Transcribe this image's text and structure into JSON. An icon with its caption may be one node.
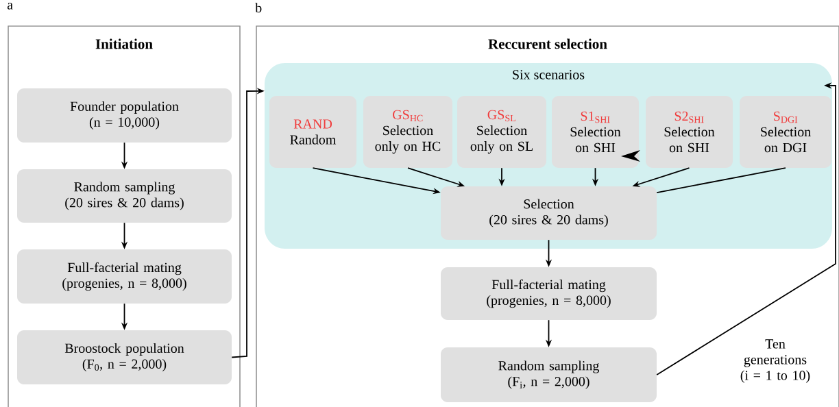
{
  "diagram": {
    "nodes": [
      {
        "text": [
          "Initiation"
        ]
      },
      {
        "text": [
          "Founder population",
          "(n = 10,000)"
        ],
        "in": 0
      },
      {
        "text": [
          "Random sampling",
          "(20 sires & 20 dams)"
        ],
        "in": 0
      },
      {
        "text": [
          "Full-facterial mating",
          "(progenies, n = 8,000)"
        ],
        "in": 0
      },
      {
        "text": [
          "Broostock population",
          "(F$_{0}$, n = 2,000)"
        ],
        "in": 0
      },
      {
        "text": [
          "Reccurent selection"
        ]
      },
      {
        "text": [
          "Six scenarios"
        ],
        "in": 5
      },
      {
        "text": [
          "RAND",
          "Random"
        ],
        "in": 6
      },
      {
        "text": [
          "GS$_{HC}$",
          "Selection only on HC"
        ],
        "in": 6
      },
      {
        "text": [
          "GS$_{SL}$",
          "Selection only on SL"
        ],
        "in": 6
      },
      {
        "text": [
          "S1$_{SHI}$",
          "Selection on SHI"
        ],
        "in": 6
      },
      {
        "text": [
          "S2$_{SHI}$",
          "Selection on SHI"
        ],
        "in": 6
      },
      {
        "text": [
          "S$_{DGI}$",
          "Selection on DGI"
        ],
        "in": 6
      },
      {
        "text": [
          "Selection",
          "(20 sires & 20 dams)"
        ],
        "in": 6
      },
      {
        "text": [
          "Full-facterial mating",
          "(progenies, n = 8,000)"
        ],
        "in": 5
      },
      {
        "text": [
          "Random sampling",
          "(F$_{i}$, n = 2,000)"
        ],
        "in": 5
      }
    ],
    "edges": [
      {
        "from": 1,
        "to": 2,
        "arrow": "to"
      },
      {
        "from": 2,
        "to": 3,
        "arrow": "to"
      },
      {
        "from": 3,
        "to": 4,
        "arrow": "to"
      },
      {
        "from": 4,
        "to": 6,
        "arrow": "to"
      },
      {
        "from": 7,
        "to": 13,
        "arrow": "to"
      },
      {
        "from": 8,
        "to": 13,
        "arrow": "to"
      },
      {
        "from": 9,
        "to": 13,
        "arrow": "to"
      },
      {
        "from": 10,
        "to": 13,
        "arrow": "to"
      },
      {
        "from": 11,
        "to": 13,
        "arrow": "to"
      },
      {
        "from": 12,
        "to": 13,
        "arrow": "none"
      },
      {
        "from": 13,
        "to": 14,
        "arrow": "to"
      },
      {
        "from": 14,
        "to": 15,
        "arrow": "to"
      },
      {
        "from": 15,
        "to": 6,
        "arrow": "to"
      }
    ],
    "labels": [
      "a",
      "b",
      "Ten generations (i = 1 to 10)"
    ]
  }
}
